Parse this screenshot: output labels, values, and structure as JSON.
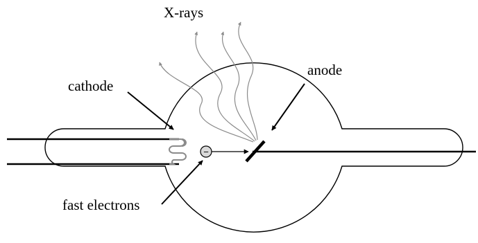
{
  "diagram": {
    "labels": {
      "xrays": "X-rays",
      "cathode": "cathode",
      "anode": "anode",
      "fast_electrons": "fast electrons"
    },
    "electron_symbol": "−",
    "colors": {
      "outline": "#000000",
      "filament": "#8a8a8a",
      "xray_paths": "#8a8a8a",
      "electron_fill": "#d9d9d9",
      "background": "#ffffff"
    }
  }
}
